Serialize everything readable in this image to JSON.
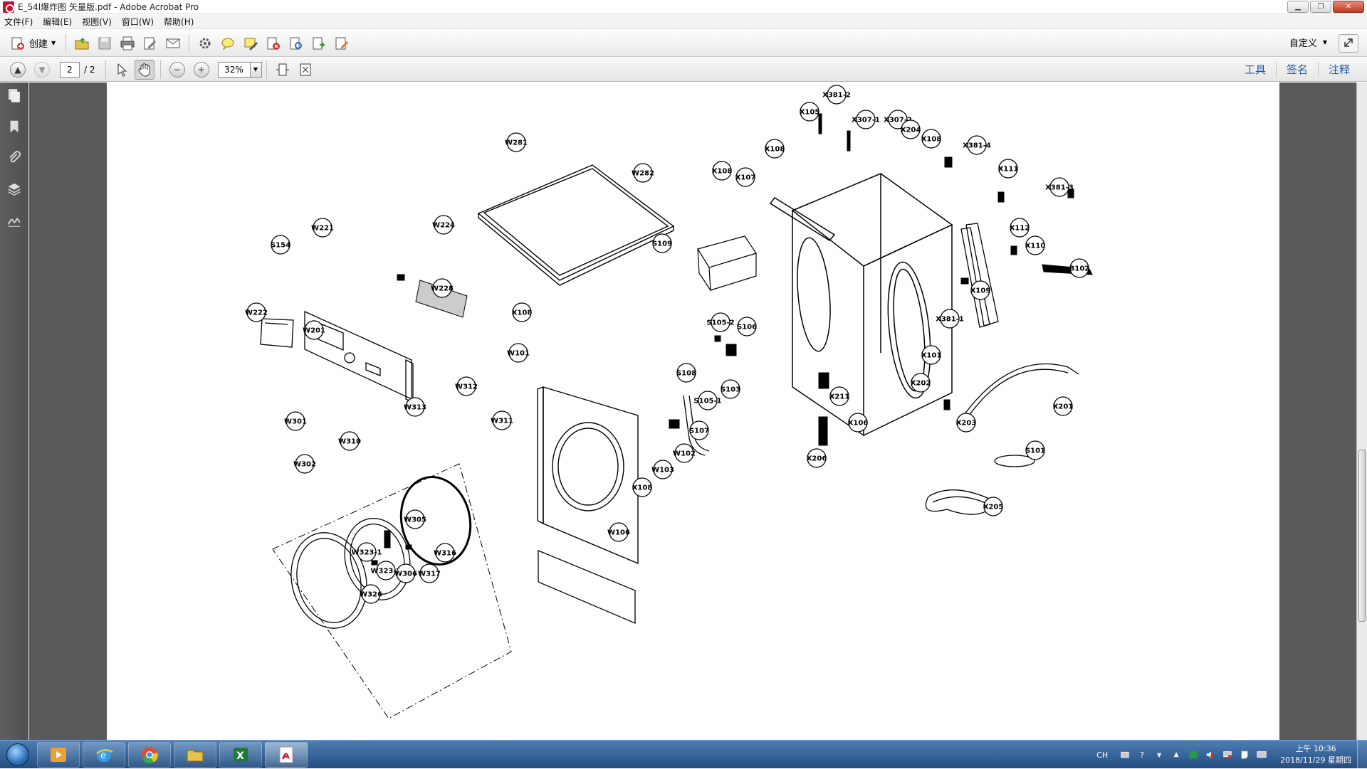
{
  "window": {
    "title": "E_54l爆炸图 矢量版.pdf - Adobe Acrobat Pro",
    "minimize": "▁",
    "restore": "❐",
    "close": "✕"
  },
  "menu": [
    "文件(F)",
    "编辑(E)",
    "视图(V)",
    "窗口(W)",
    "帮助(H)"
  ],
  "toolbar": {
    "create_label": "创建",
    "customize_label": "自定义",
    "icons": [
      "open-icon",
      "save-icon",
      "print-icon",
      "edit-icon",
      "email-icon",
      "settings-icon",
      "comment-icon",
      "highlight-icon",
      "delete-page-icon",
      "search-doc-icon",
      "export-icon",
      "form-icon"
    ]
  },
  "nav": {
    "page_current": "2",
    "page_total": "/ 2",
    "zoom": "32%",
    "tabs": [
      "工具",
      "签名",
      "注释"
    ]
  },
  "diagram": {
    "labels": [
      "W281",
      "W282",
      "W221",
      "W224",
      "S154",
      "W228",
      "W222",
      "W201",
      "X105",
      "X381-2",
      "X307-1",
      "X307-2",
      "X108",
      "X204",
      "X108",
      "X381-4",
      "X111",
      "X108",
      "X107",
      "X381-3",
      "S109",
      "X112",
      "X110",
      "B102",
      "X109",
      "X381-1",
      "X108",
      "S105-2",
      "S106",
      "W101",
      "S108",
      "S103",
      "S105-1",
      "X101",
      "W312",
      "W313",
      "W301",
      "W311",
      "W310",
      "S107",
      "W302",
      "W102",
      "W103",
      "X108",
      "X211",
      "X106",
      "X202",
      "X203",
      "X201",
      "X206",
      "S101",
      "W106",
      "X205",
      "W305",
      "W323-1",
      "W316",
      "W323-2",
      "W306",
      "W317",
      "W326"
    ]
  },
  "taskbar": {
    "apps": [
      "media-player-icon",
      "ie-icon",
      "chrome-icon",
      "explorer-icon",
      "excel-icon",
      "acrobat-icon"
    ],
    "lang": "CH",
    "time": "上午 10:36",
    "date": "2018/11/29 星期四"
  }
}
